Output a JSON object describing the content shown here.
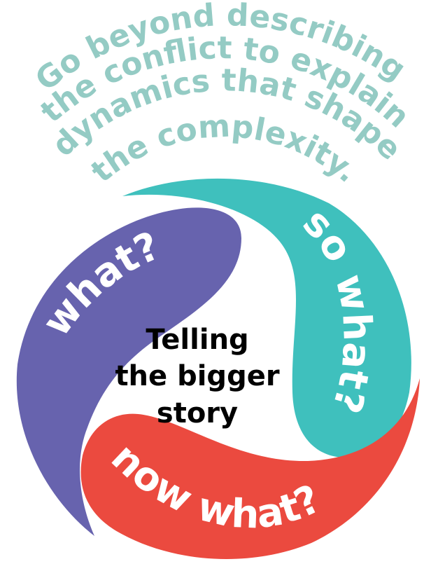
{
  "header": {
    "lines": [
      "Go beyond describing",
      "the conflict to explain",
      "dynamics that shape",
      "the complexity."
    ]
  },
  "segments": [
    {
      "id": "what",
      "label": "what?"
    },
    {
      "id": "so-what",
      "label": "so what?"
    },
    {
      "id": "now-what",
      "label": "now what?"
    }
  ],
  "center": {
    "lines": [
      "Telling",
      "the bigger",
      "story"
    ]
  },
  "colors": {
    "header_text": "#94cbc4",
    "what": "#6763ae",
    "so_what": "#3fc0bd",
    "now_what": "#eb4a3f",
    "segment_text": "#ffffff",
    "center_text": "#000000",
    "background": "#ffffff"
  }
}
